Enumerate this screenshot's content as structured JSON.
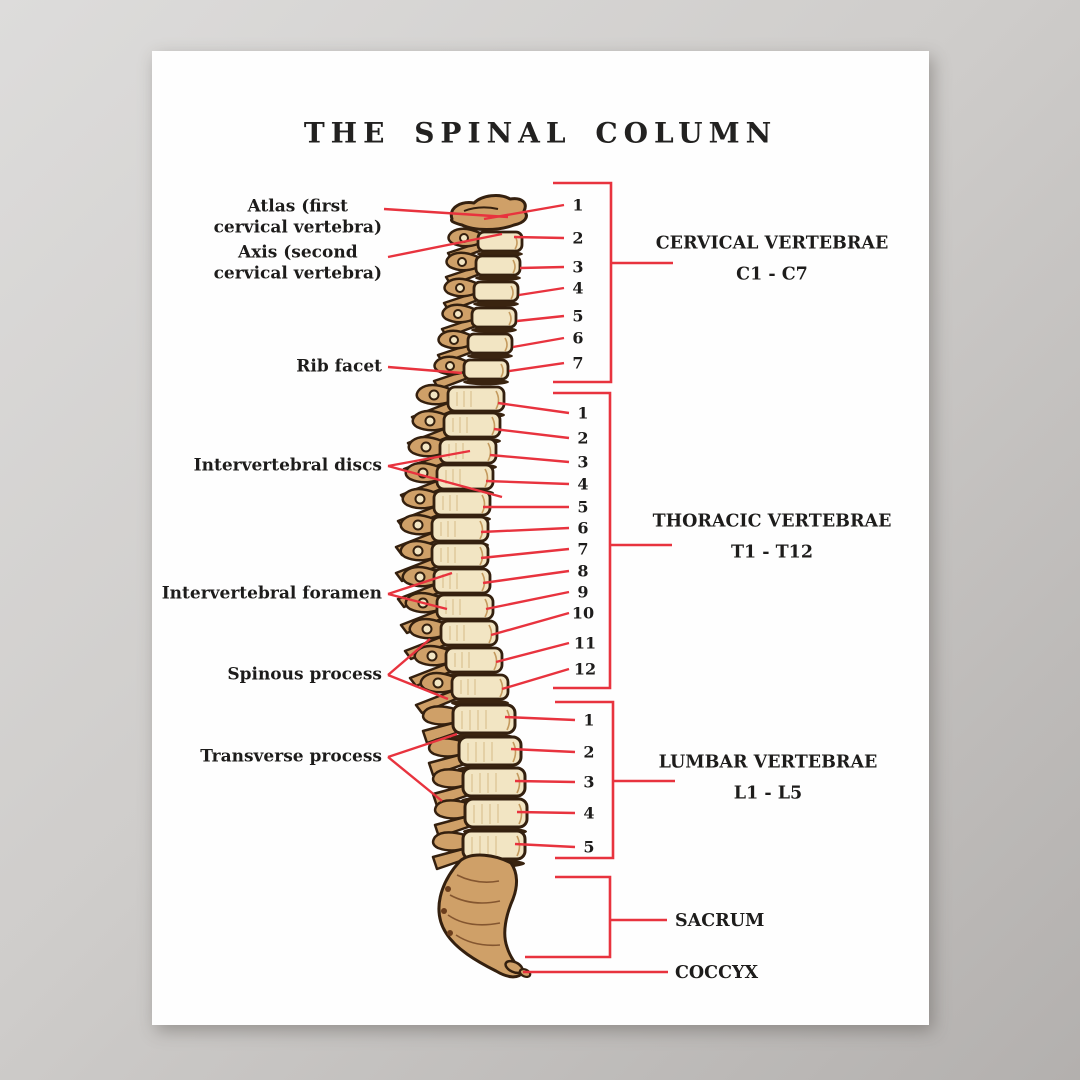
{
  "title": "THE SPINAL COLUMN",
  "colors": {
    "accent_red": "#e8333e",
    "ink": "#1d1c1b",
    "bone_cream": "#f2e5c3",
    "bone_tan": "#cfa068",
    "bone_outline": "#34200f",
    "paper": "#fefefe",
    "backdrop_gray": "#b3b0ae"
  },
  "left_labels": {
    "atlas": {
      "line1": "Atlas (first",
      "line2": "cervical vertebra)"
    },
    "axis": {
      "line1": "Axis (second",
      "line2": "cervical vertebra)"
    },
    "rib_facet": "Rib facet",
    "intervertebral_discs": "Intervertebral discs",
    "intervertebral_foramen": "Intervertebral foramen",
    "spinous_process": "Spinous process",
    "transverse_process": "Transverse process"
  },
  "sections": {
    "cervical": {
      "name": "CERVICAL VERTEBRAE",
      "range": "C1 - C7"
    },
    "thoracic": {
      "name": "THORACIC VERTEBRAE",
      "range": "T1 - T12"
    },
    "lumbar": {
      "name": "LUMBAR VERTEBRAE",
      "range": "L1 - L5"
    },
    "sacrum": {
      "name": "SACRUM"
    },
    "coccyx": {
      "name": "COCCYX"
    }
  },
  "numbers": {
    "cervical": [
      "1",
      "2",
      "3",
      "4",
      "5",
      "6",
      "7"
    ],
    "thoracic": [
      "1",
      "2",
      "3",
      "4",
      "5",
      "6",
      "7",
      "8",
      "9",
      "10",
      "11",
      "12"
    ],
    "lumbar": [
      "1",
      "2",
      "3",
      "4",
      "5"
    ]
  }
}
